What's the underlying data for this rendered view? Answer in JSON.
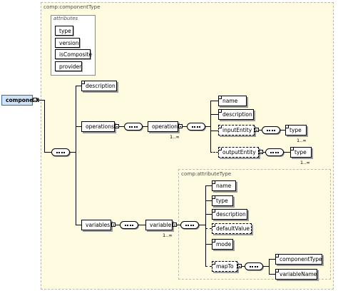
{
  "diagram": {
    "root": {
      "label": "component"
    },
    "component_type_label": "comp:componentType",
    "attributes_title": "attributes",
    "attributes": [
      "type",
      "version",
      "isComposite",
      "provider"
    ],
    "description": "description",
    "operations": "operations",
    "operation": "operation",
    "operation_cardinality": "1..∞",
    "operation_children": {
      "name": "name",
      "description": "description",
      "inputEntity": "inputEntity",
      "outputEntity": "outputEntity"
    },
    "input_type": "type",
    "input_type_cardinality": "1..∞",
    "output_type": "type",
    "output_type_cardinality": "1..∞",
    "variables": "variables",
    "variable": "variable",
    "variable_cardinality": "1..∞",
    "attribute_type_label": "comp:attributeType",
    "variable_children": {
      "name": "name",
      "type": "type",
      "description": "description",
      "defaultValue": "defaultValue",
      "mode": "mode",
      "mapTo": "mapTo"
    },
    "map_children": {
      "componentType": "componentType",
      "variableName": "variableName"
    }
  }
}
